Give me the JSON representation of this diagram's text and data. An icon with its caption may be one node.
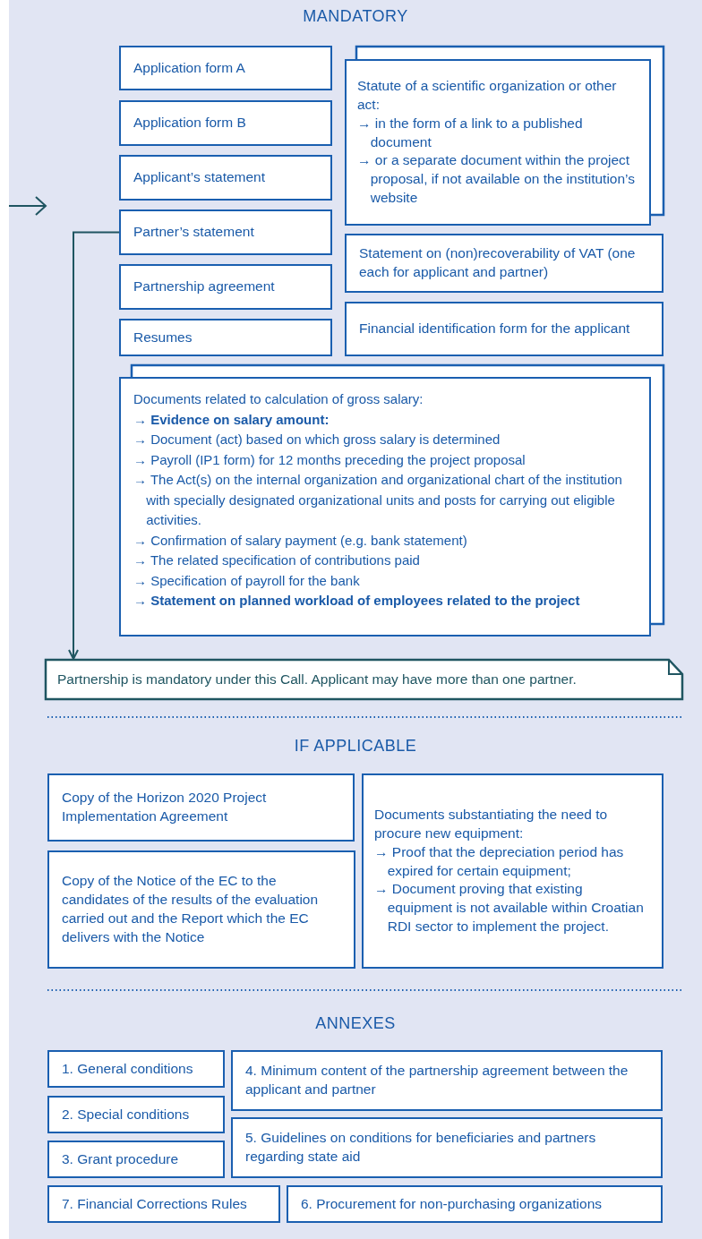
{
  "diagram": {
    "nodes": [
      {
        "text": [
          "Application form A"
        ]
      },
      {
        "text": [
          "Application form B"
        ]
      },
      {
        "text": [
          "Applicant’s statement"
        ]
      },
      {
        "text": [
          "Partner’s statement"
        ]
      },
      {
        "text": [
          "Partnership agreement"
        ]
      },
      {
        "text": [
          "Resumes"
        ]
      },
      {
        "text": [
          "Statute of a scientific organization or other act:",
          "→ in the form of a link to a published document",
          "→ or a separate document within the project proposal, if not available on the institution’s website"
        ]
      },
      {
        "text": [
          "Statement on (non)recoverability of VAT (one each for applicant and partner)"
        ]
      },
      {
        "text": [
          "Financial identification form for the applicant"
        ]
      },
      {
        "text": [
          "Documents related to calculation of gross salary:",
          "→ **Evidence on salary amount:**",
          "→ Document (act) based on which gross salary is determined",
          "→ Payroll (IP1 form) for 12 months preceding the project proposal",
          "→ The Act(s) on the internal organization and organizational chart of the institution with specially designated organizational units and posts for carrying out eligible activities.",
          "→ Confirmation of salary payment (e.g. bank statement)",
          "→ The related specification of contributions paid",
          "→ Specification of payroll for the bank",
          "→ **Statement on planned workload of employees related to the project**"
        ]
      },
      {
        "text": [
          "Partnership is mandatory under this Call. Applicant may have more than one partner."
        ]
      },
      {
        "text": [
          "Copy of the Horizon 2020 Project Implementation Agreement"
        ]
      },
      {
        "text": [
          "Copy of the Notice of the EC to the candidates of the results of the evaluation carried out and the Report which the EC delivers with the Notice"
        ]
      },
      {
        "text": [
          "Documents substantiating the need to procure new equipment:",
          "→ Proof that the depreciation period has expired for certain equipment;",
          "→ Document proving that existing equipment is not available within Croatian RDI sector to implement the project."
        ]
      },
      {
        "text": [
          "1. General conditions"
        ]
      },
      {
        "text": [
          "2. Special conditions"
        ]
      },
      {
        "text": [
          "3. Grant procedure"
        ]
      },
      {
        "text": [
          "4. Minimum content of the partnership agreement between the applicant and partner"
        ]
      },
      {
        "text": [
          "5. Guidelines on conditions for beneficiaries and partners regarding state aid"
        ]
      },
      {
        "text": [
          "7. Financial Corrections Rules"
        ]
      },
      {
        "text": [
          "6. Procurement for non-purchasing organizations"
        ]
      }
    ],
    "edges": [
      {
        "from": 3,
        "to": 10,
        "arrow": "to"
      }
    ],
    "labels": [
      "MANDATORY",
      "IF APPLICABLE",
      "ANNEXES"
    ]
  }
}
